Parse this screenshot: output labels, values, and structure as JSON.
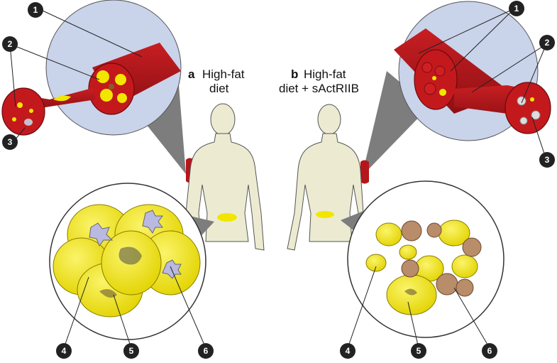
{
  "panel_a": {
    "letter": "a",
    "title_line1": "High-fat",
    "title_line2": "diet"
  },
  "panel_b": {
    "letter": "b",
    "title_line1": "High-fat",
    "title_line2": "diet + sActRIIB"
  },
  "callouts": {
    "n1": "1",
    "n2": "2",
    "n3": "3",
    "n4": "4",
    "n5": "5",
    "n6": "6"
  },
  "colors": {
    "muscle_red": "#b5161b",
    "muscle_dark": "#7a0d10",
    "fat_yellow": "#f2e600",
    "skin": "#ecebd2",
    "bubble_blue": "#c9d3ea",
    "brown_cell": "#b98c6a",
    "lilac_macrophage": "#b9b9e2",
    "badge": "#222222"
  }
}
